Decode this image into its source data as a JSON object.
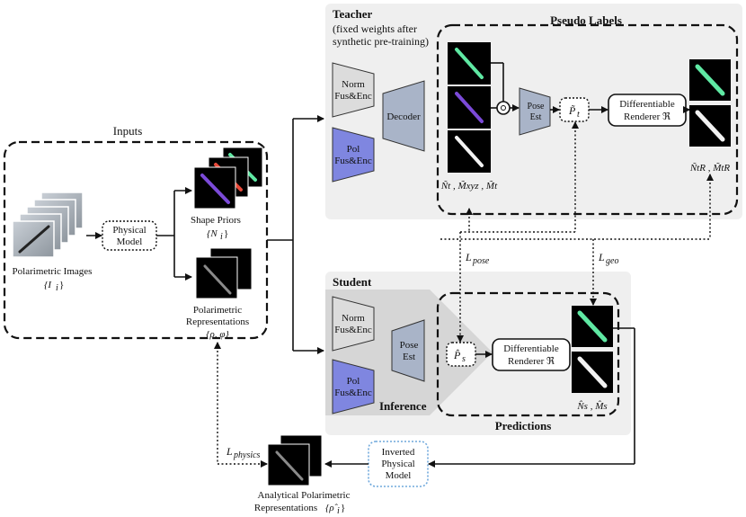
{
  "inputs": {
    "title": "Inputs",
    "polarimetric_images_label": "Polarimetric Images",
    "polarimetric_images_symbol": "{I",
    "polarimetric_images_sub": "i",
    "physical_model": [
      "Physical",
      "Model"
    ],
    "shape_priors_label": "Shape Priors",
    "shape_priors_symbol": "{N",
    "shape_priors_sub": "i",
    "polarimetric_reps_label": [
      "Polarimetric",
      "Representations"
    ],
    "polarimetric_reps_symbol": "{ρ, φ}"
  },
  "teacher": {
    "title": "Teacher",
    "subtitle": [
      "(fixed weights after",
      "synthetic pre-training)"
    ],
    "norm_enc": [
      "Norm",
      "Fus&Enc"
    ],
    "pol_enc": [
      "Pol",
      "Fus&Enc"
    ],
    "decoder": "Decoder",
    "pose_est": [
      "Pose",
      "Est"
    ],
    "pose_symbol": "P̃",
    "pose_sub": "t",
    "renderer": [
      "Differentiable",
      "Renderer ℜ"
    ],
    "pseudo_labels": "Pseudo Labels",
    "outputs_label": "Ñ, M̃, M̃",
    "outputs_label_text": "Ñt , M̃xyz , M̃t",
    "render_label_text": "ÑtR , M̃tR"
  },
  "losses": {
    "pose": "L",
    "pose_sub": "pose",
    "geo": "L",
    "geo_sub": "geo",
    "physics": "L",
    "physics_sub": "physics"
  },
  "student": {
    "title": "Student",
    "norm_enc": [
      "Norm",
      "Fus&Enc"
    ],
    "pol_enc": [
      "Pol",
      "Fus&Enc"
    ],
    "pose_est": [
      "Pose",
      "Est"
    ],
    "pose_symbol": "P̂",
    "pose_sub": "s",
    "renderer": [
      "Differentiable",
      "Renderer ℜ"
    ],
    "inference": "Inference",
    "predictions": "Predictions",
    "outputs_label_text": "N̂s , M̂s"
  },
  "bottom": {
    "inverted_model": [
      "Inverted",
      "Physical",
      "Model"
    ],
    "analytical_label": [
      "Analytical Polarimetric",
      "Representations"
    ],
    "analytical_symbol": "{ρ̂",
    "analytical_sub": "i",
    "analytical_close": "}"
  },
  "colors": {
    "blue_encoder": "#7f86e0",
    "gray_encoder": "#dcdcdc",
    "decoder": "#a9b4c8",
    "panel": "#efefef",
    "inference_shade": "#d6d6d6",
    "mask_green": "#5fe8a3",
    "mask_purple": "#7b4ad8"
  }
}
